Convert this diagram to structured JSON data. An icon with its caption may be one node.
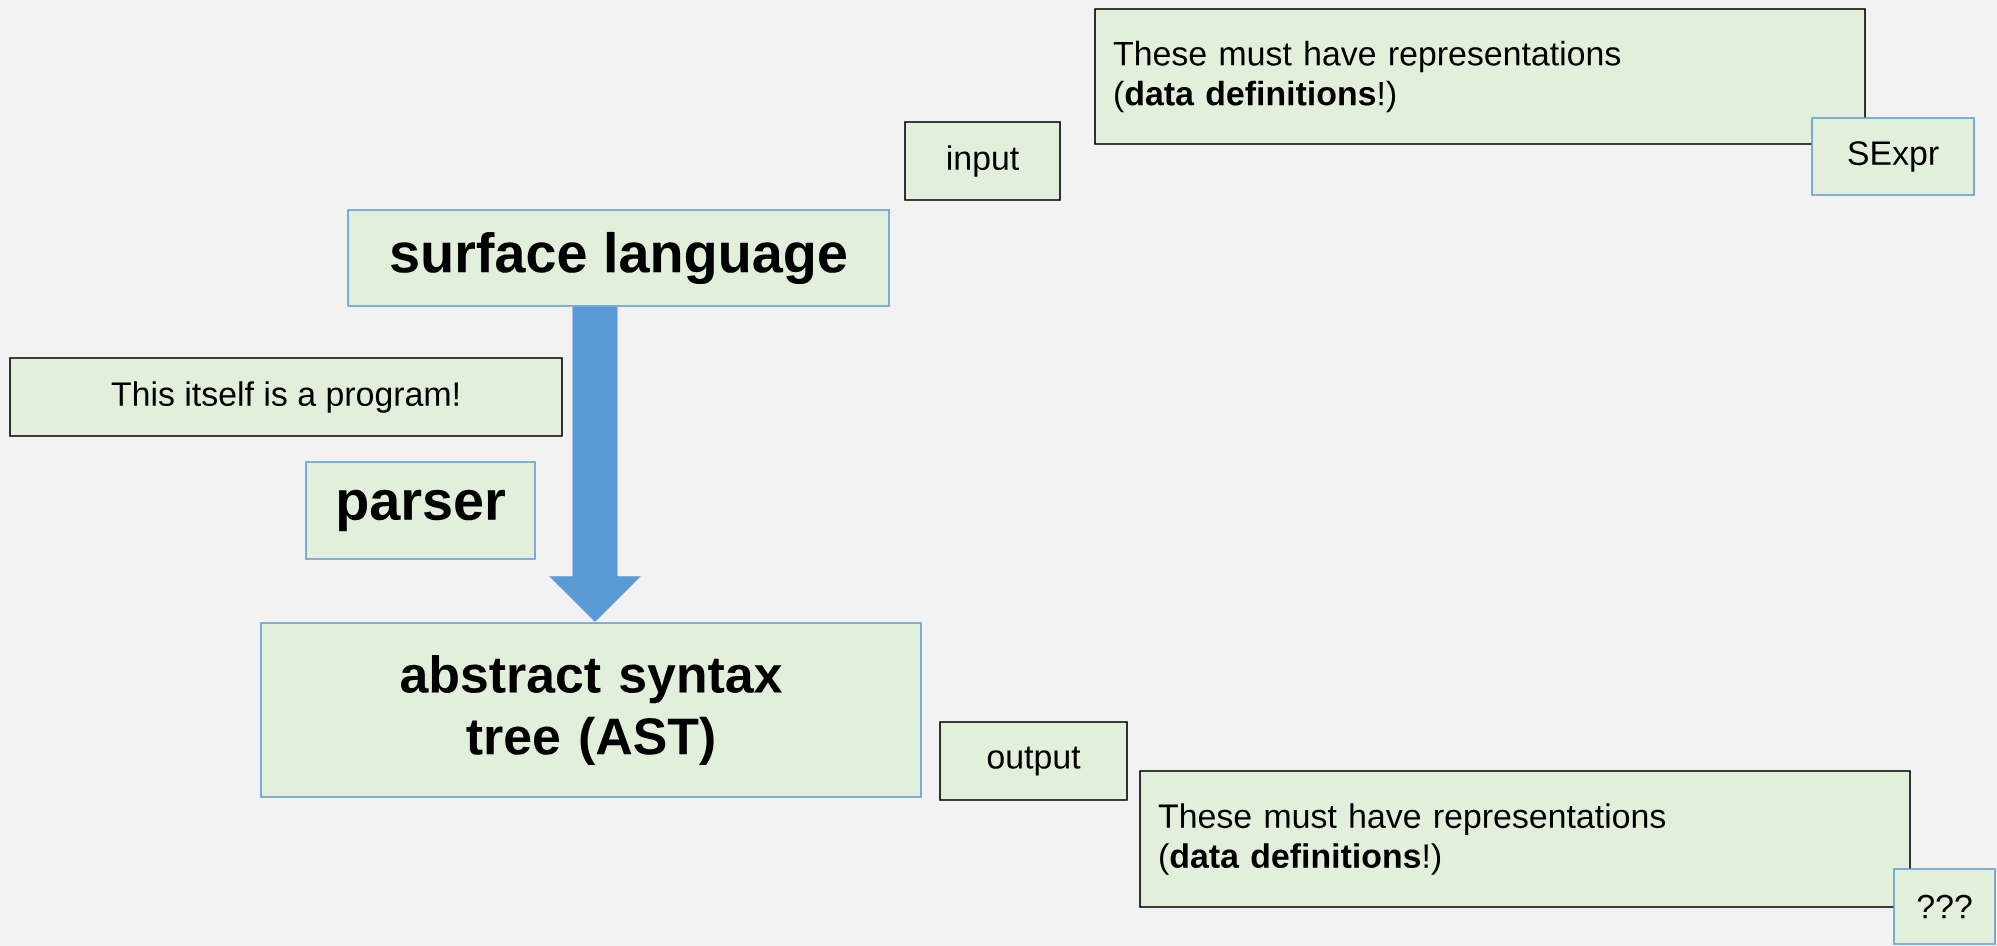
{
  "diagram": {
    "nodes": [
      {
        "text": [
          "surface language"
        ]
      },
      {
        "text": [
          "input"
        ]
      },
      {
        "text": [
          "These must have representations (**data definitions**!)"
        ]
      },
      {
        "text": [
          "SExpr"
        ]
      },
      {
        "text": [
          "This itself is a program!"
        ]
      },
      {
        "text": [
          "parser"
        ]
      },
      {
        "text": [
          "abstract syntax tree (AST)"
        ]
      },
      {
        "text": [
          "output"
        ]
      },
      {
        "text": [
          "These must have representations (**data definitions**!)"
        ]
      },
      {
        "text": [
          "???"
        ]
      }
    ],
    "edges": [
      {
        "from": 0,
        "to": 6,
        "arrow": "to"
      }
    ]
  }
}
